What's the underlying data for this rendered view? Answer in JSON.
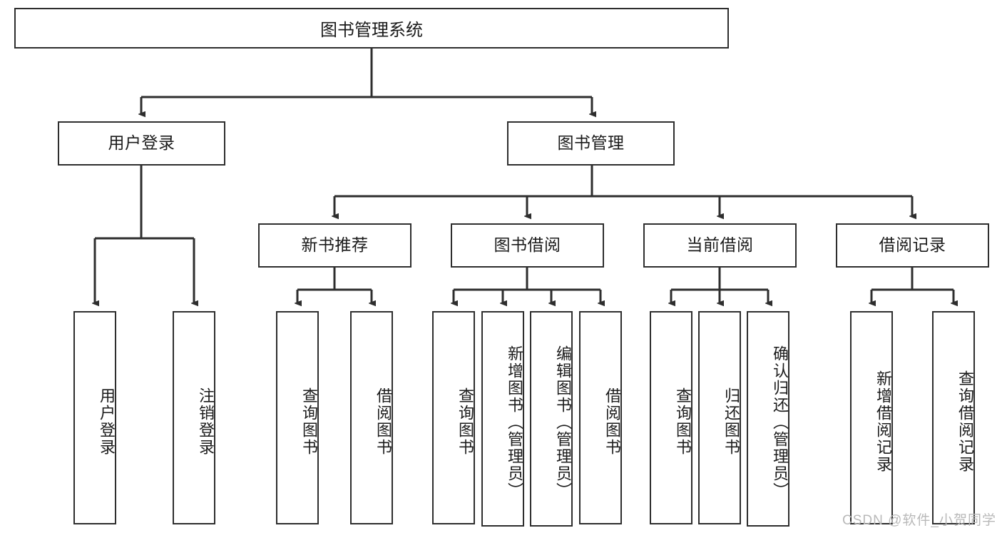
{
  "diagram": {
    "title": "图书管理系统",
    "watermark": "CSDN @软件_小贺同学",
    "stroke_color": "#2e2e2e",
    "background_color": "#ffffff",
    "text_color": "#1b1b1b",
    "watermark_color": "#b9b9b9"
  },
  "nodes": {
    "root": {
      "label": "图书管理系统",
      "level": 1
    },
    "level2": [
      {
        "label": "用户登录"
      },
      {
        "label": "图书管理"
      }
    ],
    "level3": [
      {
        "label": "新书推荐"
      },
      {
        "label": "图书借阅"
      },
      {
        "label": "当前借阅"
      },
      {
        "label": "借阅记录"
      }
    ],
    "leaves": {
      "user_login": [
        {
          "label": "用户登录"
        },
        {
          "label": "注销登录"
        }
      ],
      "new_book_recommend": [
        {
          "label": "查询图书"
        },
        {
          "label": "借阅图书"
        }
      ],
      "book_borrow": [
        {
          "label": "查询图书"
        },
        {
          "label": "新增图书（管理员）"
        },
        {
          "label": "编辑图书（管理员）"
        },
        {
          "label": "借阅图书"
        }
      ],
      "current_borrow": [
        {
          "label": "查询图书"
        },
        {
          "label": "归还图书"
        },
        {
          "label": "确认归还（管理员）"
        }
      ],
      "borrow_record": [
        {
          "label": "新增借阅记录"
        },
        {
          "label": "查询借阅记录"
        }
      ]
    }
  }
}
